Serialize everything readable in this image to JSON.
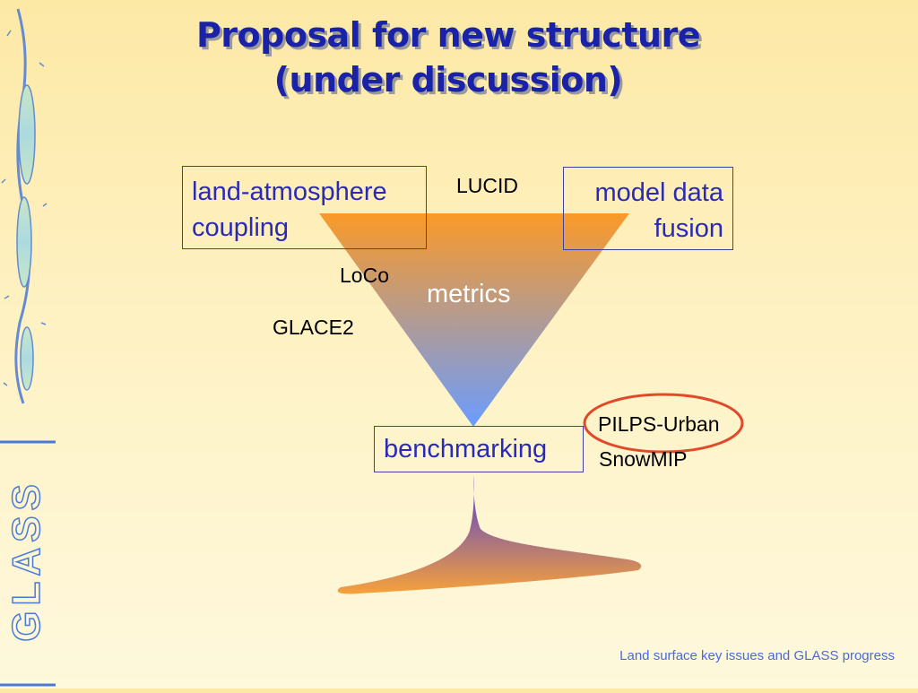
{
  "slide": {
    "title_line1": "Proposal for new structure",
    "title_line2": "(under discussion)",
    "footer": "Land surface key issues and GLASS progress"
  },
  "sidebar": {
    "logo_text": "GLASS"
  },
  "diagram": {
    "box_left_line1": "land-atmosphere",
    "box_left_line2": "coupling",
    "box_right_line1": "model data",
    "box_right_line2": "fusion",
    "box_bottom": "benchmarking",
    "triangle_label": "metrics",
    "projects": {
      "lucid": "LUCID",
      "loco": "LoCo",
      "glace2": "GLACE2",
      "pilps_urban": "PILPS-Urban",
      "snowmip": "SnowMIP"
    },
    "colors": {
      "triangle_top": "#fa9a28",
      "triangle_bottom": "#6a9cff",
      "funnel_top": "#4a3ad8",
      "funnel_bottom": "#f7a13a",
      "highlight_ellipse": "#e04a2a"
    }
  }
}
